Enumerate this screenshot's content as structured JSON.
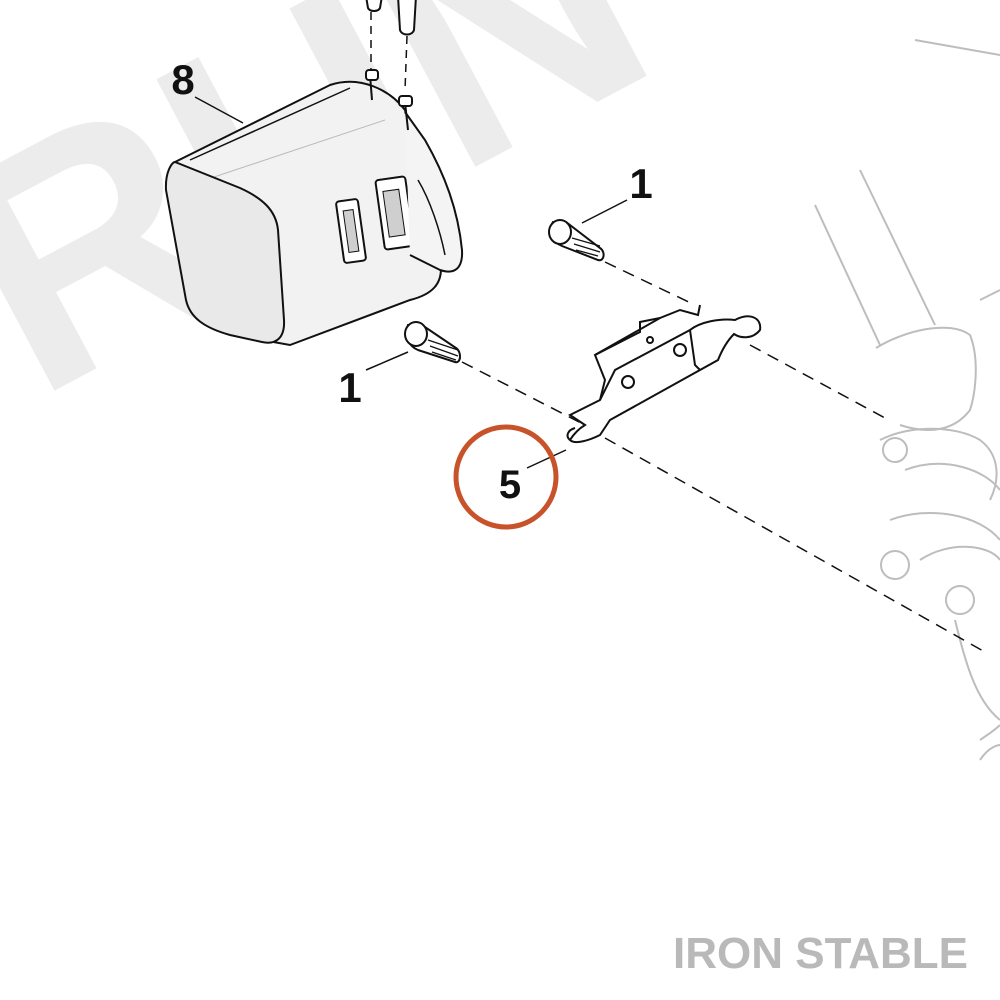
{
  "diagram": {
    "callouts": [
      {
        "id": "c8",
        "label": "8"
      },
      {
        "id": "c1a",
        "label": "1"
      },
      {
        "id": "c1b",
        "label": "1"
      },
      {
        "id": "c5",
        "label": "5"
      }
    ],
    "highlight_color": "#C8522A",
    "line_color": "#111111",
    "fork_color": "#bdbdbd"
  },
  "watermark": {
    "text": "RUN"
  },
  "brand": {
    "text": "IRON STABLE"
  }
}
